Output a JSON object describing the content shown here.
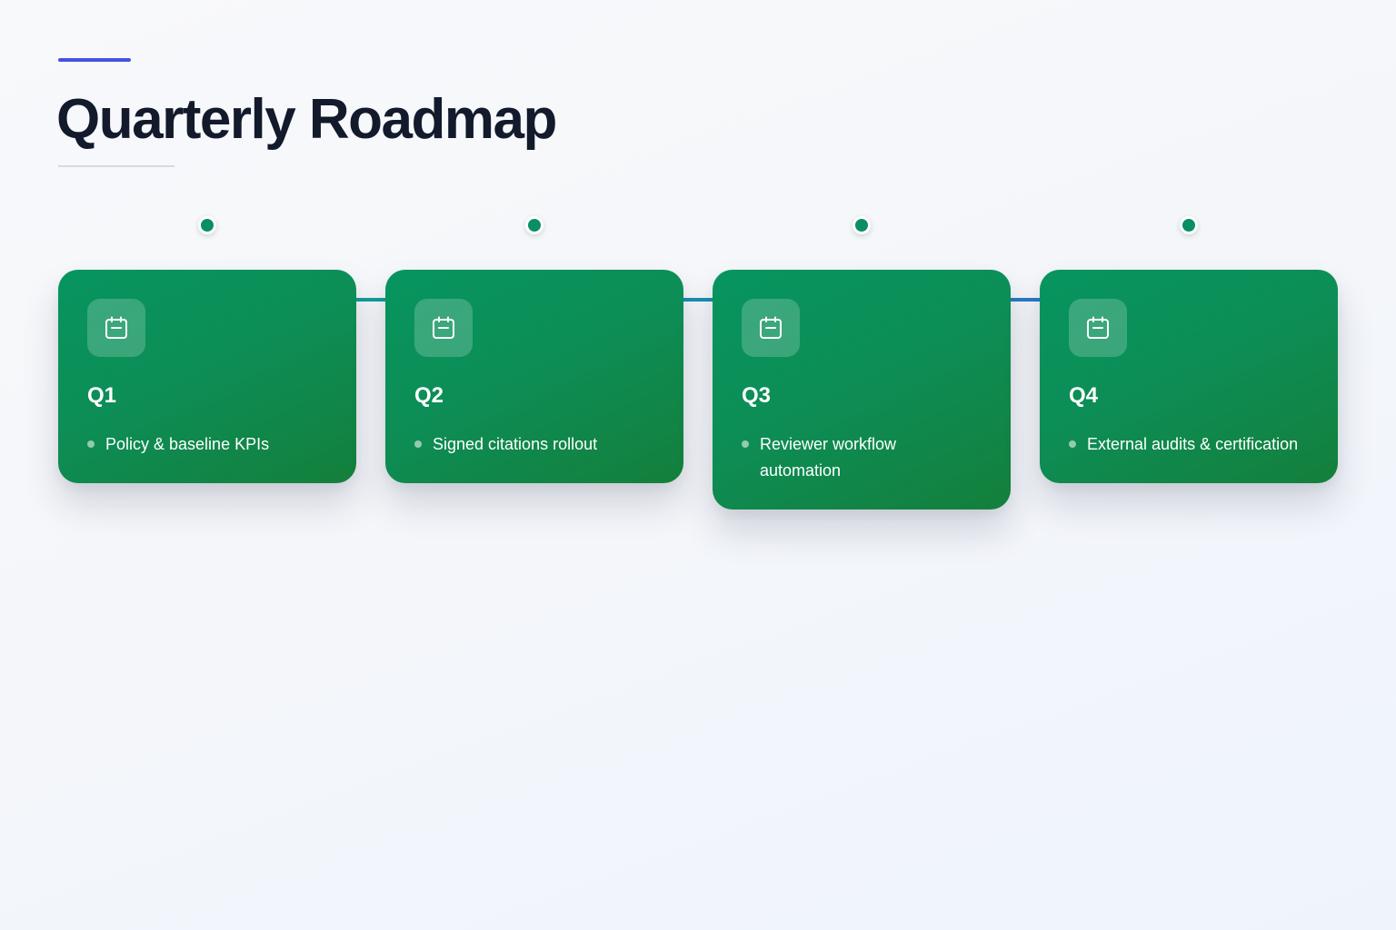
{
  "header": {
    "title": "Quarterly Roadmap",
    "accent_color": "#4453e0"
  },
  "timeline": {
    "dot_color": "#0a8f65",
    "connector_colors": [
      "#129e9a",
      "#1a8fb3",
      "#2a7ac6"
    ]
  },
  "card_style": {
    "gradient_start": "#07955f",
    "gradient_end": "#147f3b",
    "icon": "calendar-icon"
  },
  "quarters": [
    {
      "label": "Q1",
      "items": [
        "Policy & baseline KPIs"
      ]
    },
    {
      "label": "Q2",
      "items": [
        "Signed citations rollout"
      ]
    },
    {
      "label": "Q3",
      "items": [
        "Reviewer workflow automation"
      ]
    },
    {
      "label": "Q4",
      "items": [
        "External audits & certification"
      ]
    }
  ]
}
